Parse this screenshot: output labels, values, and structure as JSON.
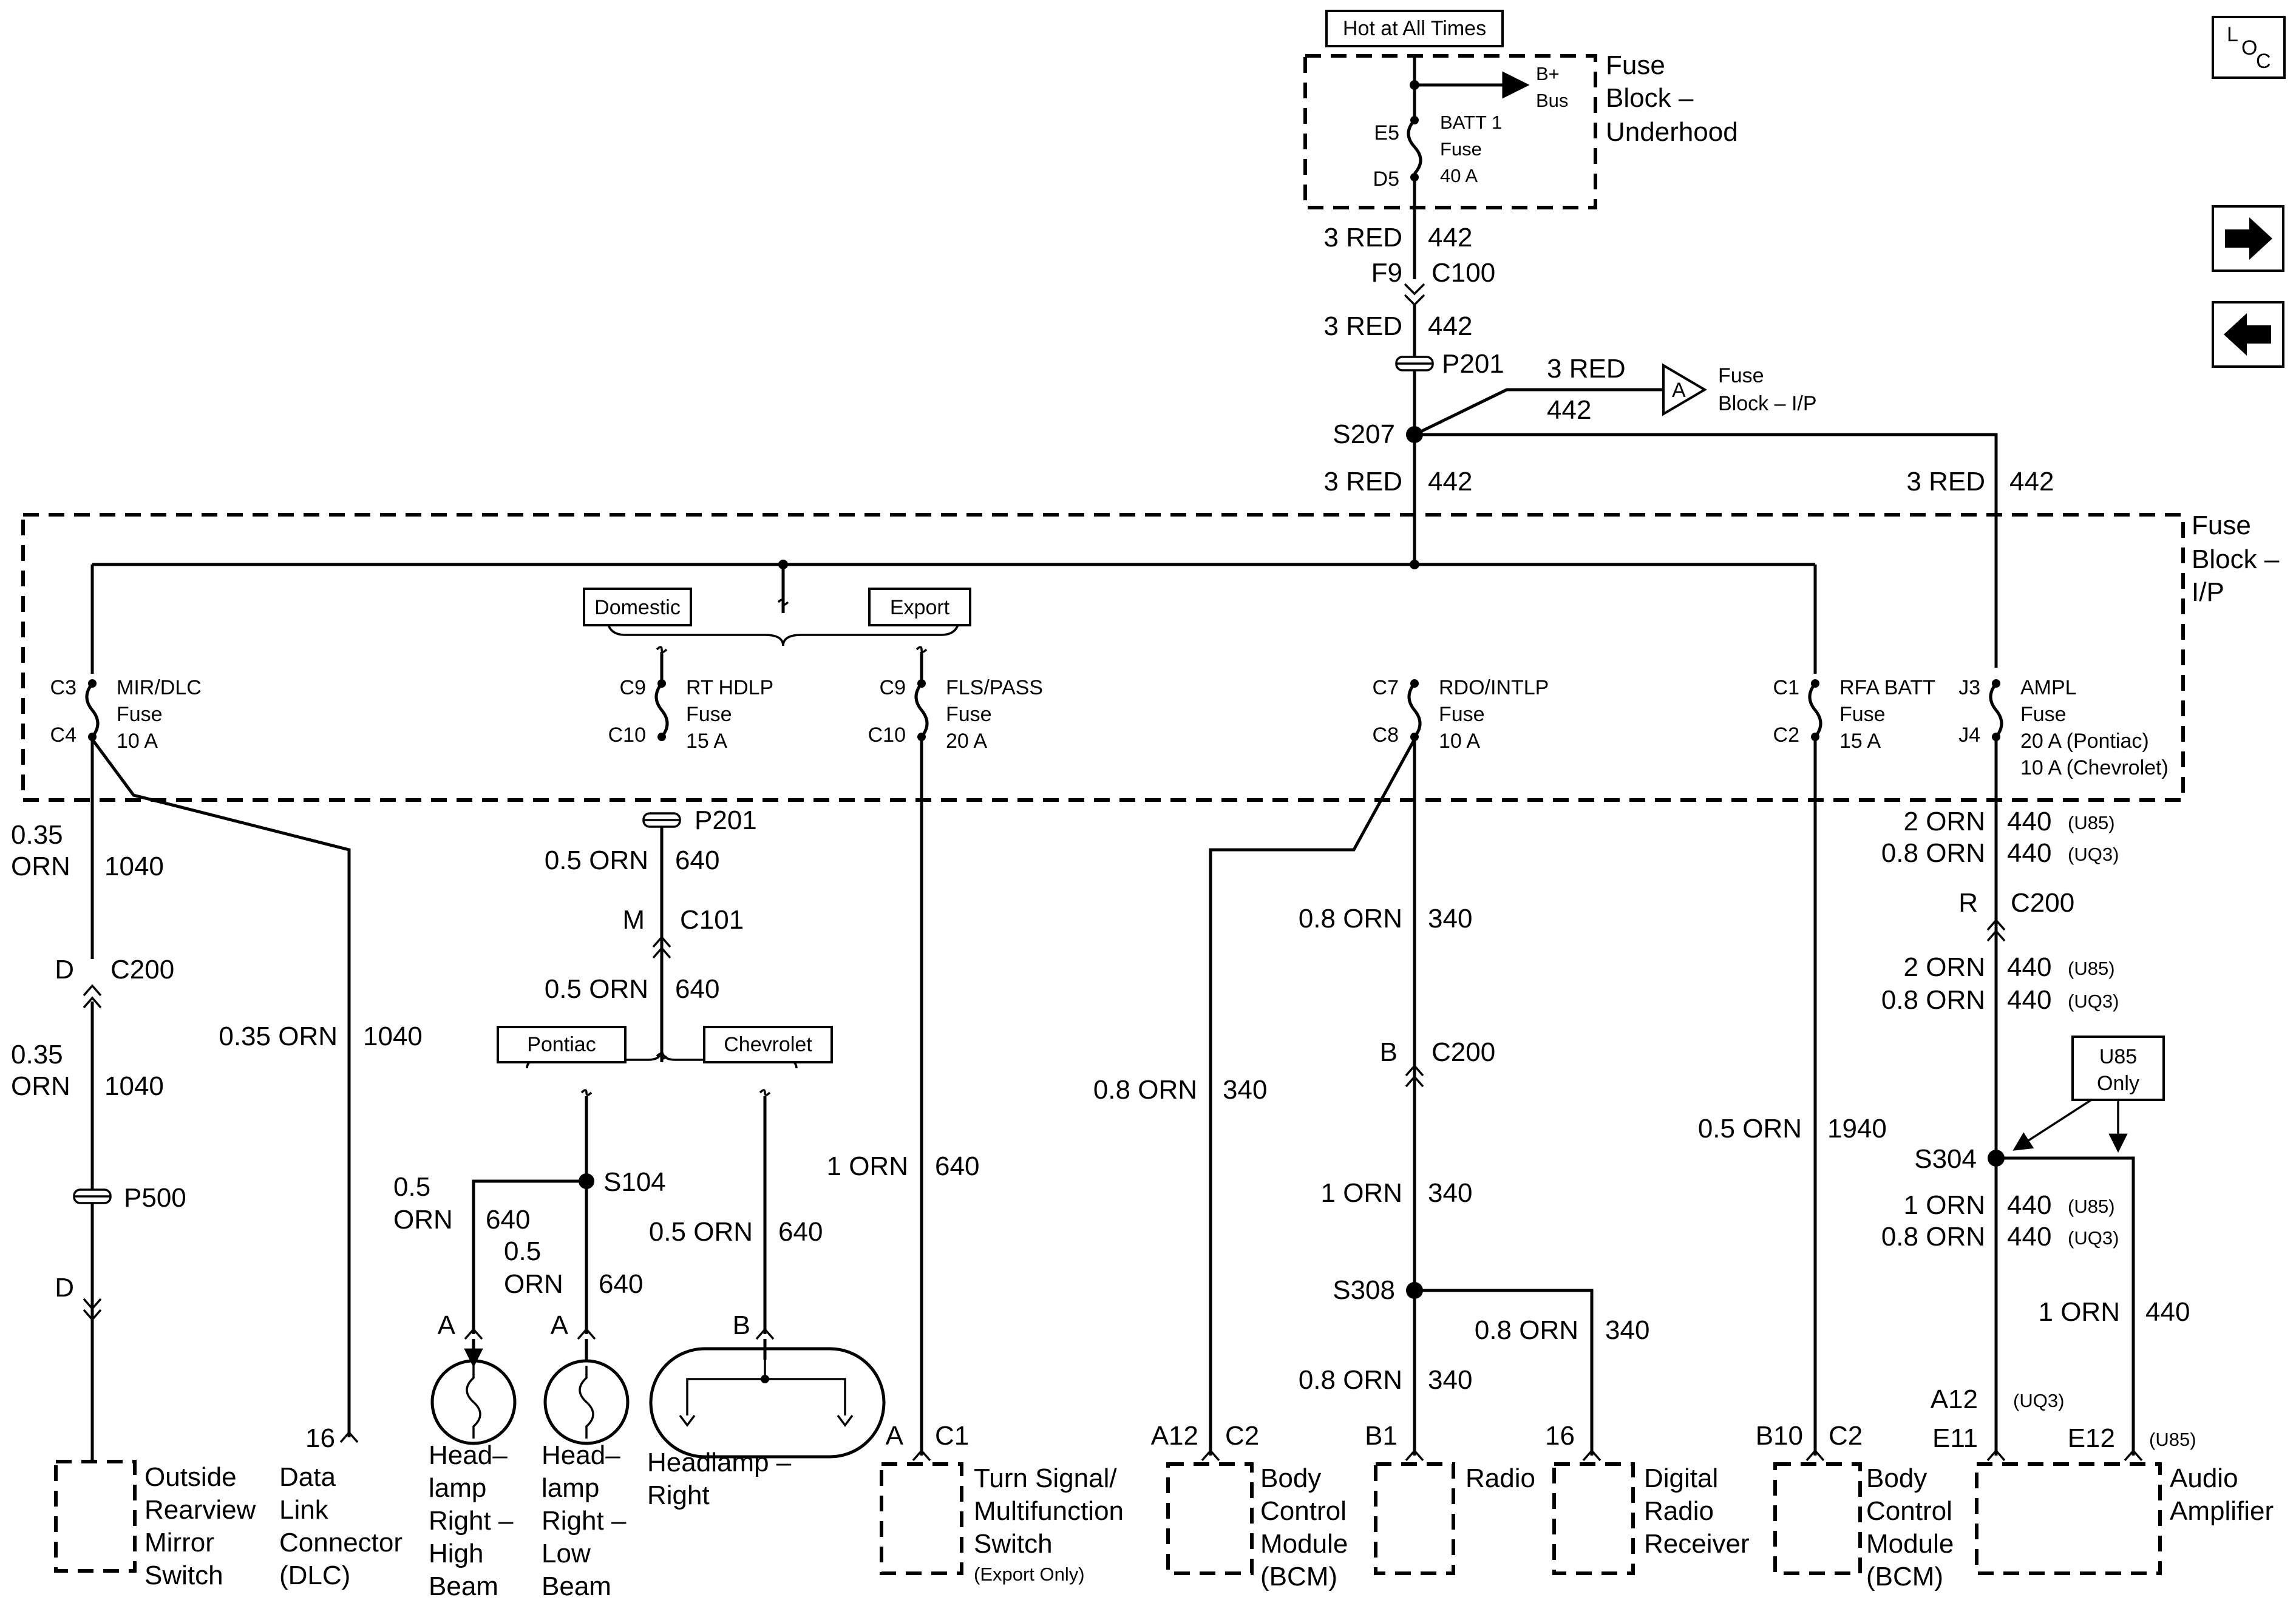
{
  "nav": {
    "loc": [
      "L",
      "O",
      "C"
    ]
  },
  "sources": {
    "hot": "Hot at All Times",
    "underhood": [
      "Fuse",
      "Block –",
      "Underhood"
    ],
    "bplus": [
      "B+",
      "Bus"
    ],
    "batt": {
      "top": "E5",
      "bottom": "D5",
      "lines": [
        "BATT 1",
        "Fuse",
        "40 A"
      ]
    }
  },
  "feed": {
    "w1": [
      "3 RED",
      "442"
    ],
    "c100": [
      "F9",
      "C100"
    ],
    "w2": [
      "3 RED",
      "442"
    ],
    "p201": "P201",
    "branch": [
      "3 RED",
      "442"
    ],
    "offpage": "A",
    "offpage_label": [
      "Fuse",
      "Block – I/P"
    ],
    "s207": "S207",
    "w3": [
      "3 RED",
      "442"
    ],
    "w4": [
      "3 RED",
      "442"
    ]
  },
  "ip_block": [
    "Fuse",
    "Block –",
    "I/P"
  ],
  "fuses": [
    {
      "top": "C3",
      "bottom": "C4",
      "lines": [
        "MIR/DLC",
        "Fuse",
        "10 A"
      ]
    },
    {
      "top": "C9",
      "bottom": "C10",
      "lines": [
        "RT HDLP",
        "Fuse",
        "15 A"
      ]
    },
    {
      "top": "C9",
      "bottom": "C10",
      "lines": [
        "FLS/PASS",
        "Fuse",
        "20 A"
      ]
    },
    {
      "top": "C7",
      "bottom": "C8",
      "lines": [
        "RDO/INTLP",
        "Fuse",
        "10 A"
      ]
    },
    {
      "top": "C1",
      "bottom": "C2",
      "lines": [
        "RFA BATT",
        "Fuse",
        "15 A"
      ]
    },
    {
      "top": "J3",
      "bottom": "J4",
      "lines": [
        "AMPL",
        "Fuse",
        "20 A (Pontiac)",
        "10 A (Chevrolet)"
      ]
    }
  ],
  "options": {
    "domestic": "Domestic",
    "export": "Export",
    "pontiac": "Pontiac",
    "chevrolet": "Chevrolet",
    "u85only": [
      "U85",
      "Only"
    ]
  },
  "mirror": {
    "w1": [
      "0.35",
      "ORN",
      "1040"
    ],
    "c200": [
      "D",
      "C200"
    ],
    "w2": [
      "0.35",
      "ORN",
      "1040"
    ],
    "p500": "P500",
    "d": "D",
    "device": [
      "Outside",
      "Rearview",
      "Mirror",
      "Switch"
    ]
  },
  "dlc": {
    "wire": [
      "0.35 ORN",
      "1040"
    ],
    "pin": "16",
    "device": [
      "Data",
      "Link",
      "Connector",
      "(DLC)"
    ]
  },
  "headlamp": {
    "p201": "P201",
    "w1": [
      "0.5 ORN",
      "640"
    ],
    "c101": [
      "M",
      "C101"
    ],
    "w2": [
      "0.5 ORN",
      "640"
    ],
    "s104": "S104",
    "w3": [
      "0.5",
      "ORN",
      "640"
    ],
    "w4": [
      "0.5",
      "ORN",
      "640"
    ],
    "w5": [
      "0.5 ORN",
      "640"
    ],
    "pin_a1": "A",
    "pin_a2": "A",
    "pin_b": "B",
    "high": [
      "Head–",
      "lamp",
      "Right –",
      "High",
      "Beam"
    ],
    "low": [
      "Head–",
      "lamp",
      "Right –",
      "Low",
      "Beam"
    ],
    "right": [
      "Headlamp –",
      "Right"
    ]
  },
  "turn": {
    "wire": [
      "1 ORN",
      "640"
    ],
    "pins": [
      "A",
      "C1"
    ],
    "device": [
      "Turn Signal/",
      "Multifunction",
      "Switch"
    ],
    "note": "(Export Only)"
  },
  "bcm1": {
    "wire": [
      "0.8 ORN",
      "340"
    ],
    "pins": [
      "A12",
      "C2"
    ],
    "device": [
      "Body",
      "Control",
      "Module",
      "(BCM)"
    ]
  },
  "radio": {
    "w1": [
      "0.8 ORN",
      "340"
    ],
    "c200": [
      "B",
      "C200"
    ],
    "w2": [
      "1 ORN",
      "340"
    ],
    "s308": "S308",
    "w3": [
      "0.8 ORN",
      "340"
    ],
    "w4": [
      "0.8 ORN",
      "340"
    ],
    "pin": "B1",
    "device": "Radio"
  },
  "digital": {
    "pin": "16",
    "device": [
      "Digital",
      "Radio",
      "Receiver"
    ]
  },
  "bcm2": {
    "wire": [
      "0.5 ORN",
      "1940"
    ],
    "pins": [
      "B10",
      "C2"
    ],
    "device": [
      "Body",
      "Control",
      "Module",
      "(BCM)"
    ]
  },
  "amp": {
    "w1a": [
      "2 ORN",
      "440",
      "(U85)"
    ],
    "w1b": [
      "0.8 ORN",
      "440",
      "(UQ3)"
    ],
    "c200": [
      "R",
      "C200"
    ],
    "w2a": [
      "2 ORN",
      "440",
      "(U85)"
    ],
    "w2b": [
      "0.8 ORN",
      "440",
      "(UQ3)"
    ],
    "s304": "S304",
    "w3a": [
      "1 ORN",
      "440",
      "(U85)"
    ],
    "w3b": [
      "0.8 ORN",
      "440",
      "(UQ3)"
    ],
    "w4": [
      "1 ORN",
      "440"
    ],
    "pin1": [
      "A12",
      "(UQ3)",
      "E11"
    ],
    "pin2": [
      "E12",
      "(U85)"
    ],
    "device": [
      "Audio",
      "Amplifier"
    ]
  }
}
